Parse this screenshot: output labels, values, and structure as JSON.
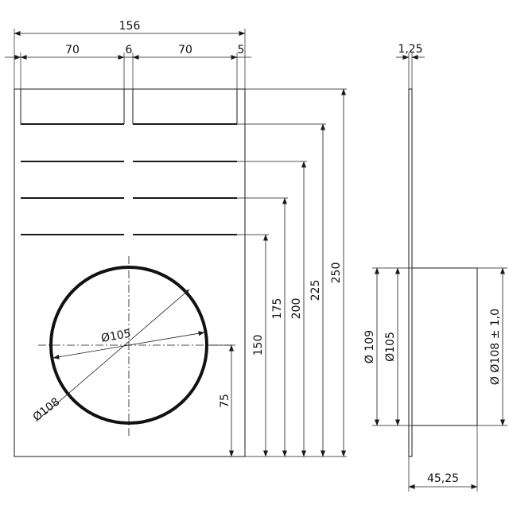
{
  "front_view": {
    "overall_width": "156",
    "left_slot_width": "70",
    "slot_gap": "6",
    "right_slot_width": "70",
    "right_margin": "5",
    "inner_diameter": "Ø105",
    "outer_diameter": "Ø108",
    "height_150": "150",
    "height_175": "175",
    "height_200": "200",
    "height_225": "225",
    "height_250": "250",
    "center_height": "75"
  },
  "side_view": {
    "plate_thickness": "1,25",
    "outer_diameter": "Ø 109",
    "inner_diameter": "Ø105",
    "tolerance_diameter": "Ø Ø108 ± 1,0",
    "spigot_length": "45,25"
  }
}
